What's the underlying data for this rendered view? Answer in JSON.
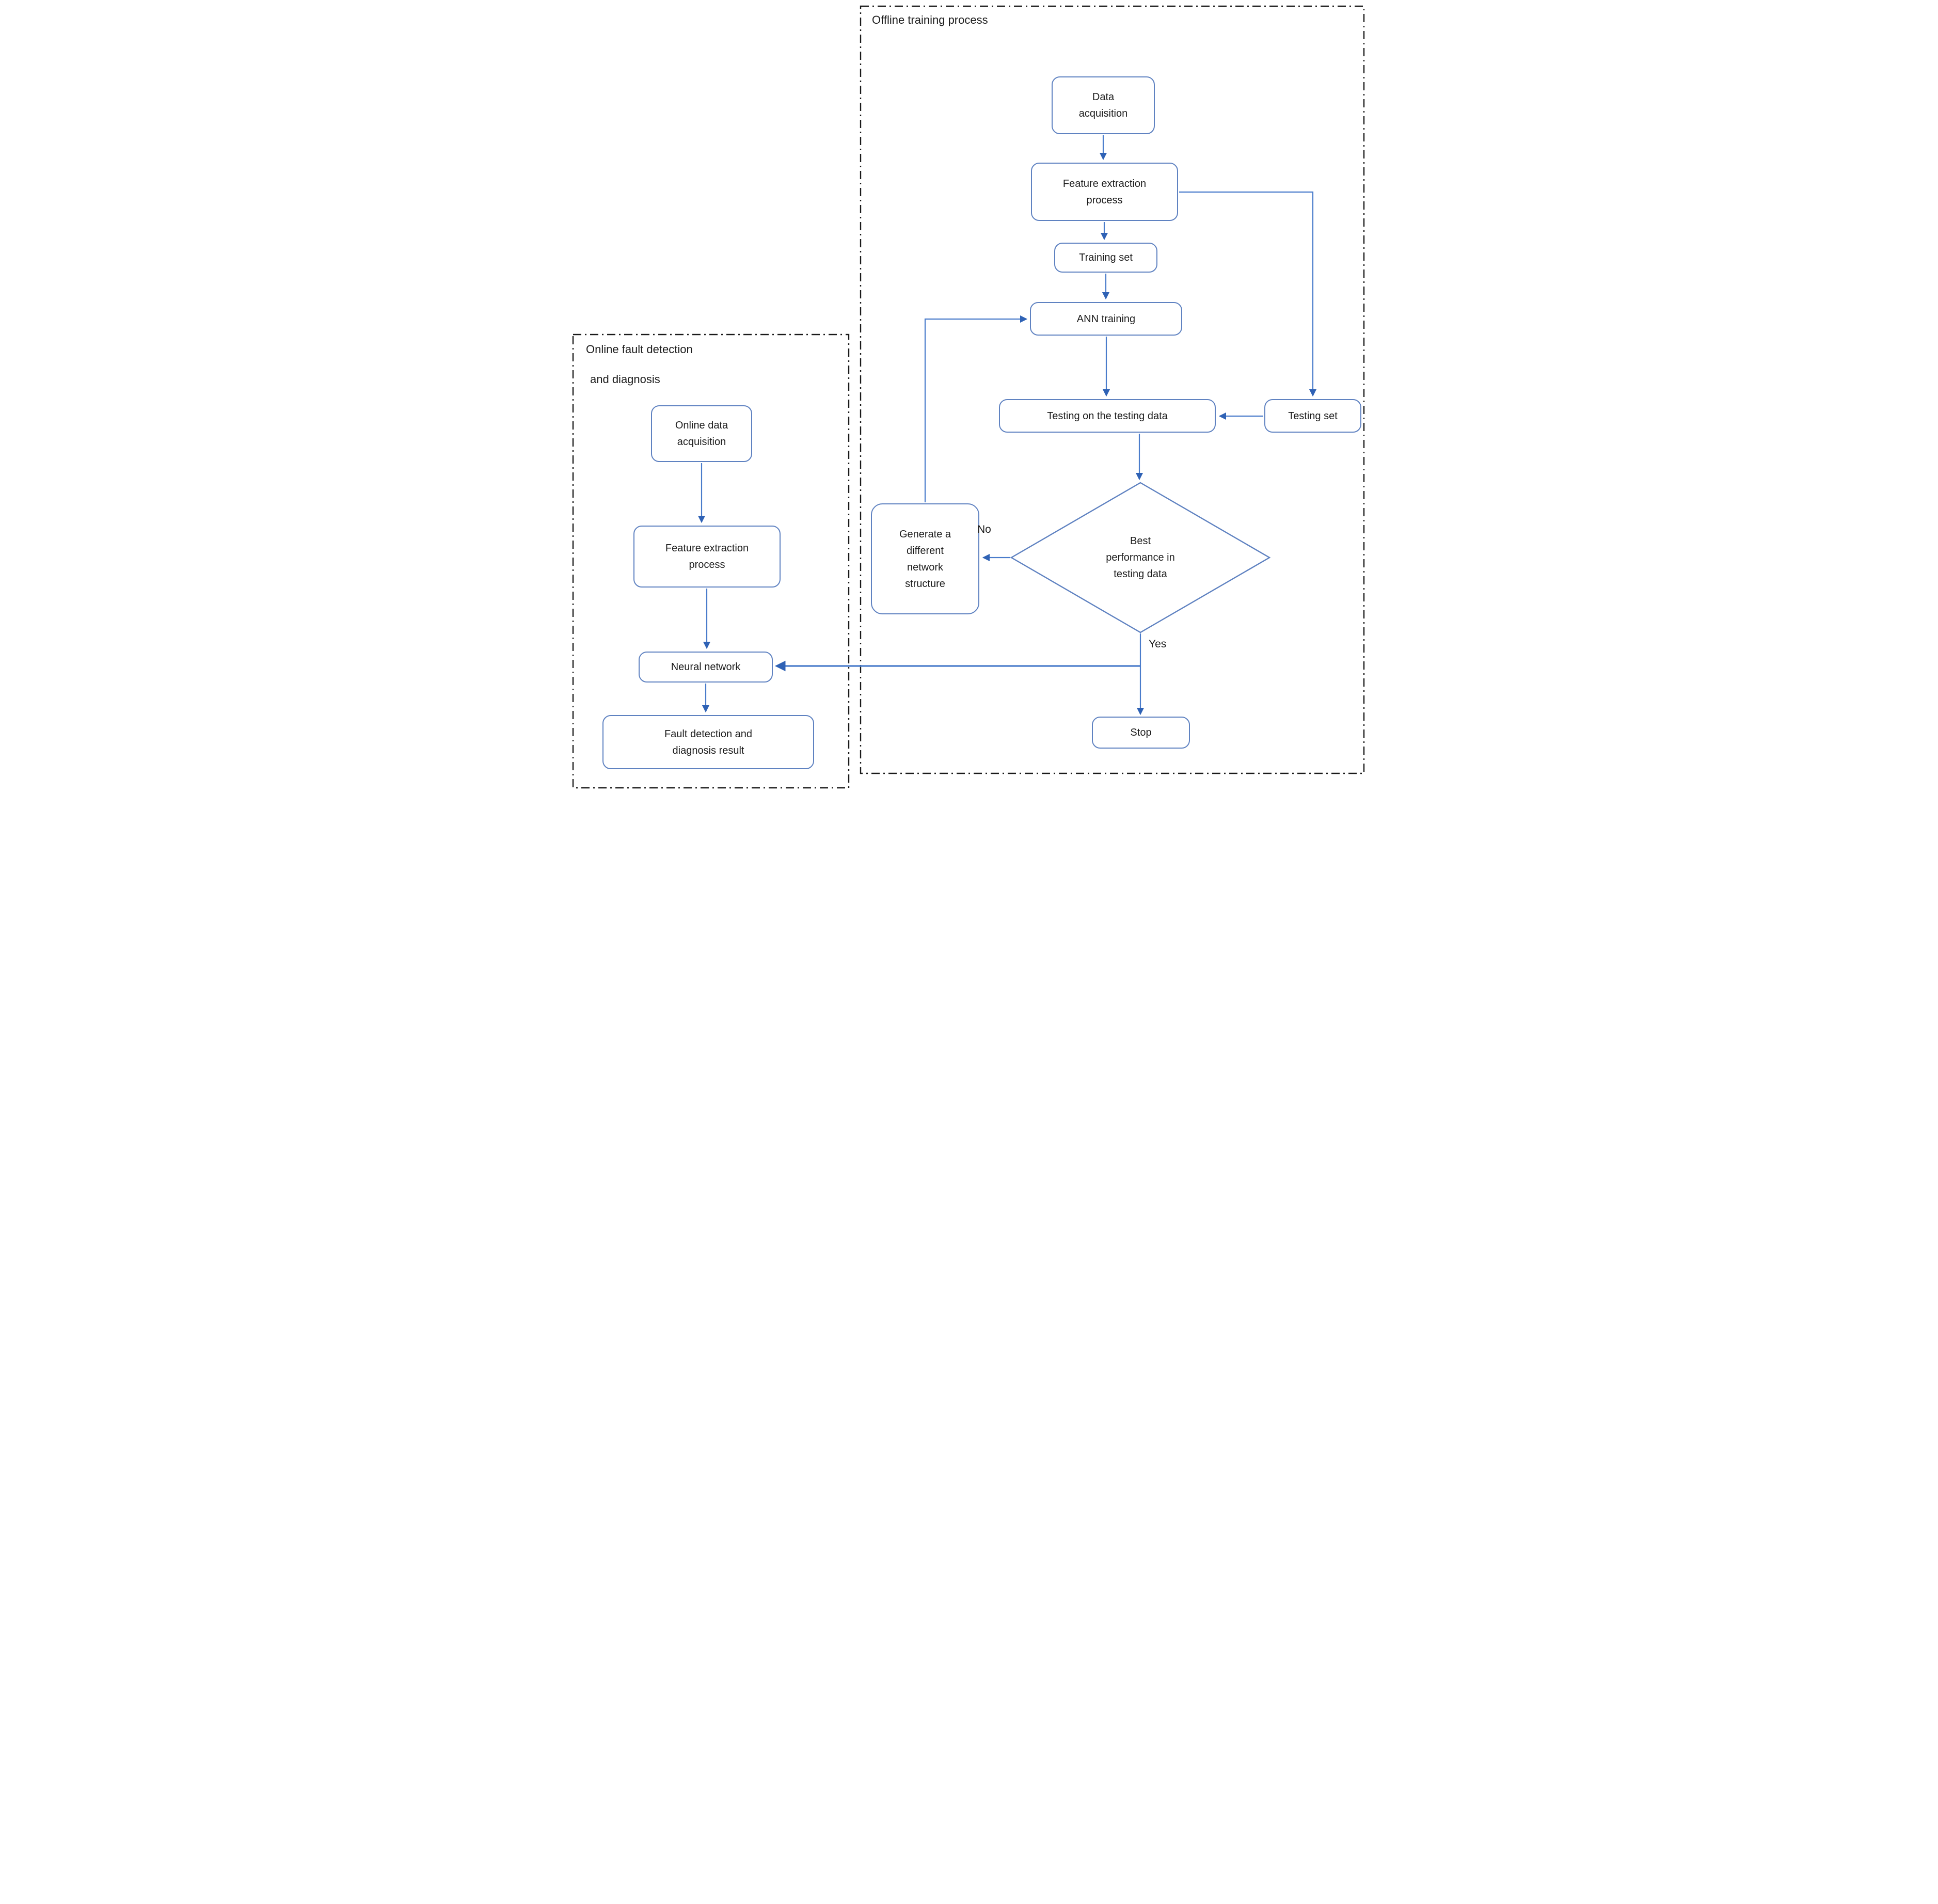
{
  "diagram": {
    "type": "flowchart",
    "colors": {
      "node_border": "#5f82c1",
      "arrow_line": "#4a7ccb",
      "arrowhead": "#2f62b5",
      "container_border": "#1a1a1a",
      "text": "#1c1c1c",
      "background": "#ffffff"
    },
    "containers": {
      "offline": {
        "title": "Offline training process"
      },
      "online": {
        "title_line1": "Online fault detection",
        "title_line2": "and diagnosis"
      }
    },
    "nodes": {
      "data_acquisition": "Data acquisition",
      "feature_extraction_offline": "Feature extraction process",
      "training_set": "Training set",
      "ann_training": "ANN training",
      "testing_on_testing_data": "Testing on the testing data",
      "testing_set": "Testing set",
      "best_performance": "Best performance in testing data",
      "generate_structure": "Generate a different network structure",
      "stop": "Stop",
      "online_data_acquisition": "Online data acquisition",
      "feature_extraction_online": "Feature extraction process",
      "neural_network": "Neural network",
      "fault_detection_result": "Fault detection and diagnosis result"
    },
    "edge_labels": {
      "yes": "Yes",
      "no": "No"
    }
  }
}
